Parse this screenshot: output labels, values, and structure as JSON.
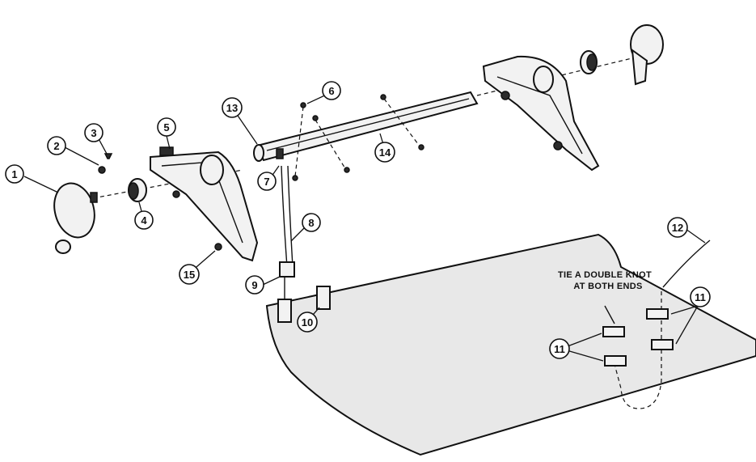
{
  "diagram": {
    "callouts": [
      "1",
      "2",
      "3",
      "4",
      "5",
      "6",
      "7",
      "8",
      "9",
      "10",
      "11",
      "11",
      "12",
      "13",
      "14",
      "15"
    ],
    "note": [
      "TIE A DOUBLE KNOT",
      "AT BOTH ENDS"
    ]
  }
}
